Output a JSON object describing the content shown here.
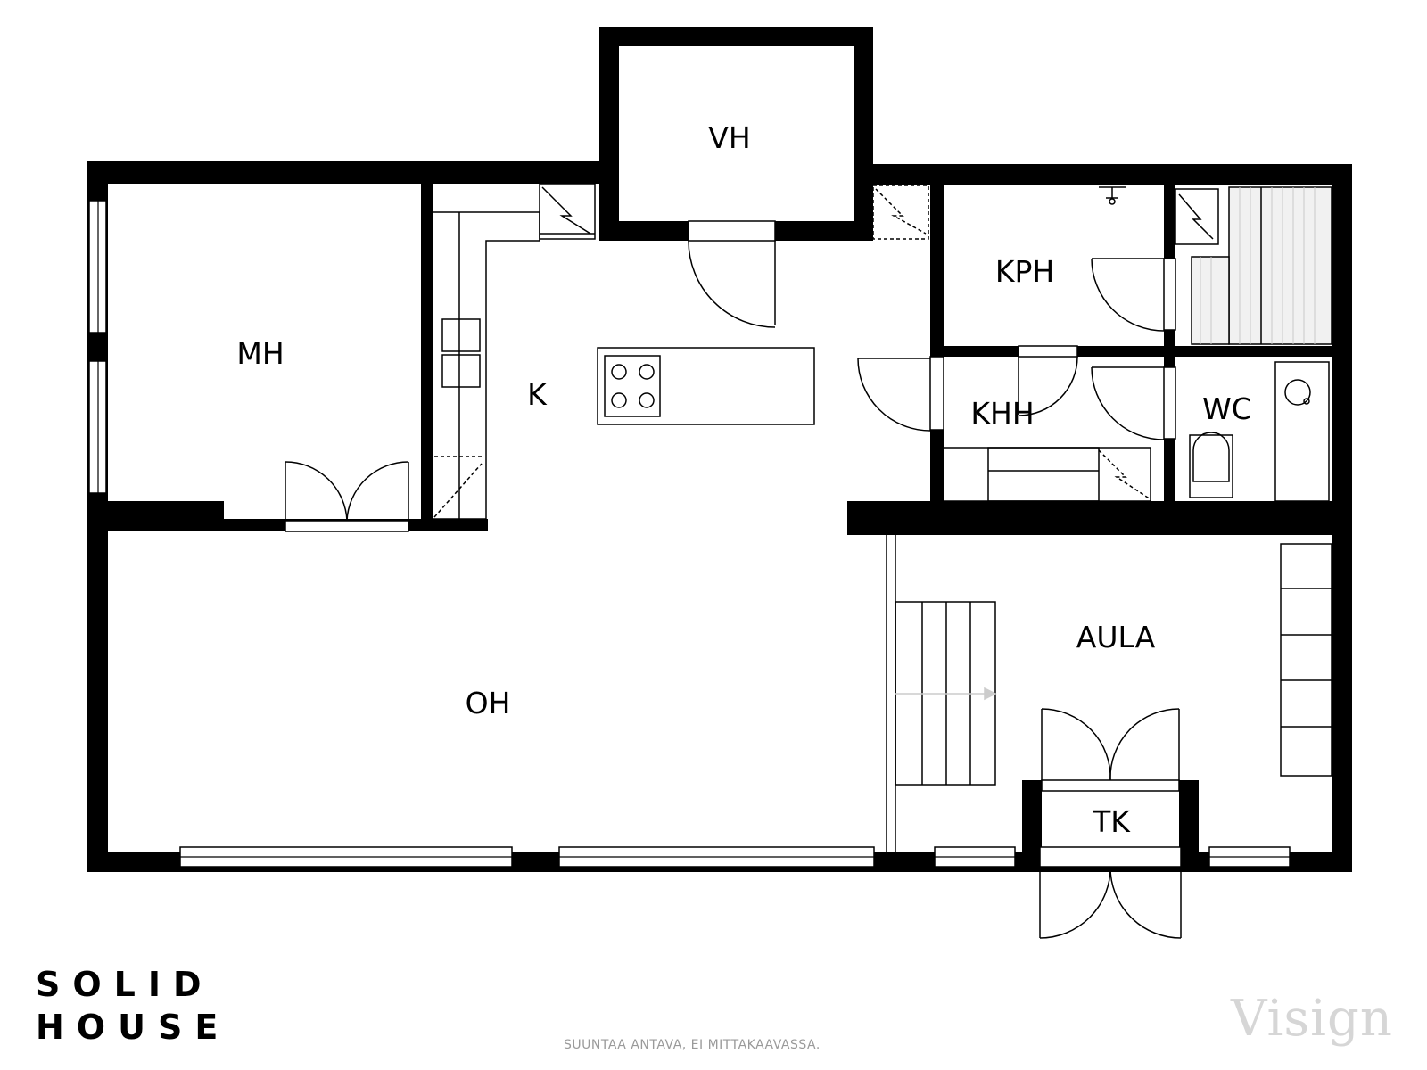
{
  "rooms": {
    "vh": "VH",
    "mh": "MH",
    "k": "K",
    "kph": "KPH",
    "khh": "KHH",
    "wc": "WC",
    "aula": "AULA",
    "oh": "OH",
    "tk": "TK"
  },
  "brand": {
    "line1": "SOLID",
    "line2": "HOUSE"
  },
  "footer_note": "SUUNTAA ANTAVA, EI MITTAKAAVASSA.",
  "watermark": "Visign"
}
